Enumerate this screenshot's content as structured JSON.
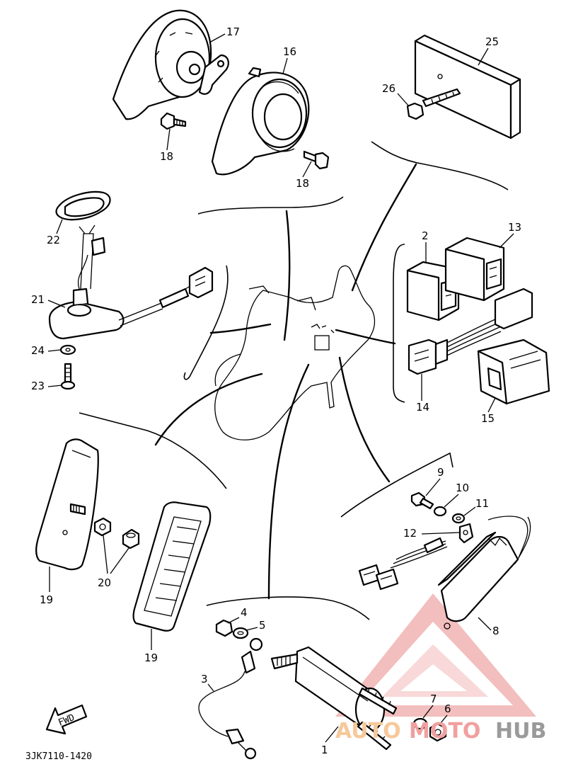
{
  "diagram_code": "3JK7110-1420",
  "fwd_label": "FWD",
  "watermark": {
    "part1": "AUTO",
    "part2": "MOTO",
    "part3": "HUB"
  },
  "callouts": {
    "c1": "1",
    "c2": "2",
    "c3": "3",
    "c4": "4",
    "c5": "5",
    "c6": "6",
    "c7": "7",
    "c8": "8",
    "c9": "9",
    "c10": "10",
    "c11": "11",
    "c12": "12",
    "c13": "13",
    "c14": "14",
    "c15": "15",
    "c16": "16",
    "c17": "17",
    "c18a": "18",
    "c18b": "18",
    "c19a": "19",
    "c19b": "19",
    "c20": "20",
    "c21": "21",
    "c22": "22",
    "c23": "23",
    "c24": "24",
    "c25": "25",
    "c26": "26"
  },
  "colors": {
    "line": "#000000",
    "watermark_red": "#e98a8a",
    "watermark_orange": "#f6c99a"
  }
}
